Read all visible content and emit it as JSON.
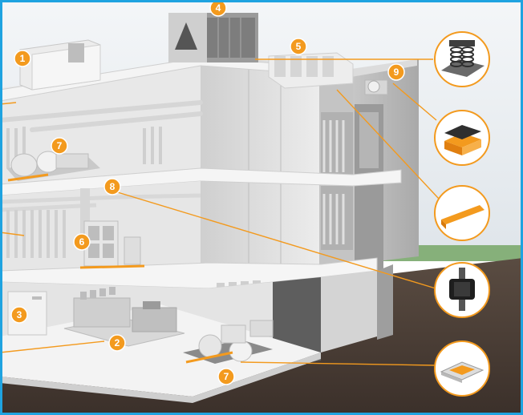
{
  "colors": {
    "accent": "#f39a1e",
    "frame": "#1fa3e0",
    "sky": "#e4e9ee",
    "soil": "#4a3e36",
    "grass": "#7aa56a",
    "slab": "#f2f2f2",
    "wall_light": "#d9d9d9",
    "wall_dark": "#5e5e5e"
  },
  "callouts": [
    {
      "label": "1",
      "icon": "rooftop-unit-icon"
    },
    {
      "label": "4",
      "icon": "cooling-tower-icon"
    },
    {
      "label": "5",
      "icon": "condenser-unit-icon"
    },
    {
      "label": "9",
      "icon": "pipe-hanger-icon"
    },
    {
      "label": "7",
      "icon": "pump-set-icon"
    },
    {
      "label": "8",
      "icon": "pipe-support-icon"
    },
    {
      "label": "6",
      "icon": "air-handler-icon"
    },
    {
      "label": "3",
      "icon": "boiler-icon"
    },
    {
      "label": "2",
      "icon": "generator-icon"
    },
    {
      "label": "7",
      "icon": "pump-set-icon"
    }
  ],
  "products": [
    {
      "icon": "spring-mount-icon"
    },
    {
      "icon": "isolation-pad-icon"
    },
    {
      "icon": "isolation-strip-icon"
    },
    {
      "icon": "rubber-mount-icon"
    },
    {
      "icon": "inertia-base-icon"
    }
  ]
}
